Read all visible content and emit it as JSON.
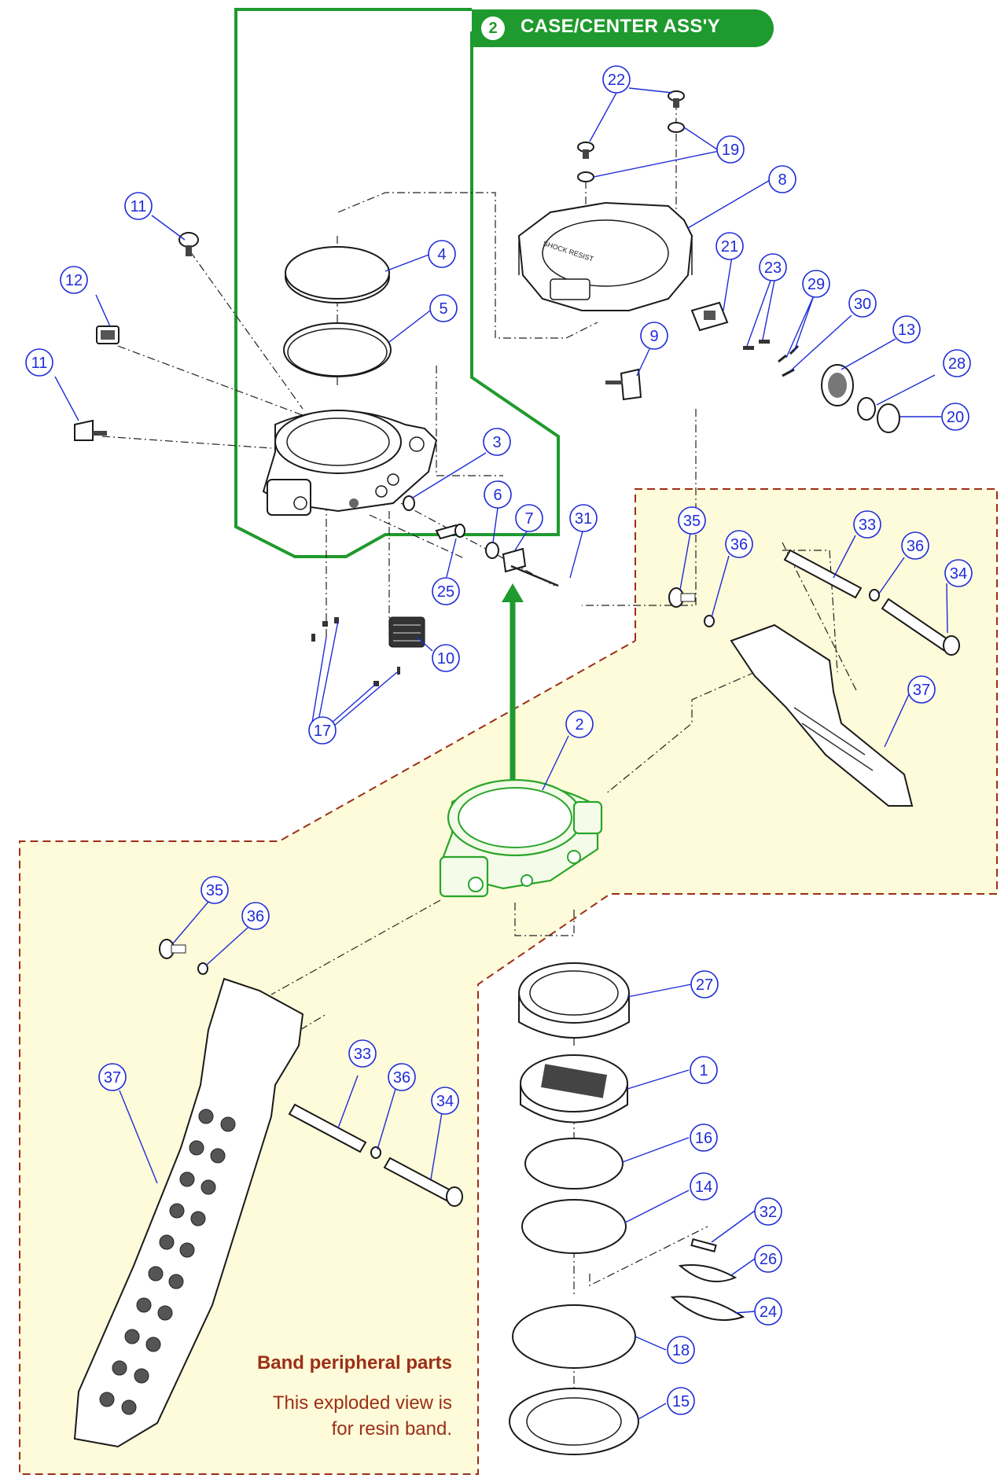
{
  "assembly_tag": {
    "number": "2",
    "label": "CASE/CENTER ASS'Y"
  },
  "band_section": {
    "title": "Band peripheral parts",
    "note_line1": "This exploded view is",
    "note_line2": "for resin band."
  },
  "bezel_text": "SHOCK RESIST",
  "callouts": [
    "22",
    "19",
    "11",
    "8",
    "4",
    "21",
    "23",
    "29",
    "12",
    "5",
    "30",
    "13",
    "11",
    "9",
    "28",
    "20",
    "3",
    "6",
    "7",
    "31",
    "25",
    "10",
    "17",
    "35",
    "36",
    "33",
    "36",
    "34",
    "37",
    "2",
    "35",
    "36",
    "27",
    "37",
    "33",
    "36",
    "34",
    "1",
    "16",
    "14",
    "32",
    "26",
    "24",
    "18",
    "15"
  ],
  "colors": {
    "callout": "#1e2bd6",
    "case_highlight": "#2aa52a",
    "tag_green": "#1f9a2e",
    "band_area_fill": "#fdfbd9",
    "band_border": "#9c2f17"
  }
}
